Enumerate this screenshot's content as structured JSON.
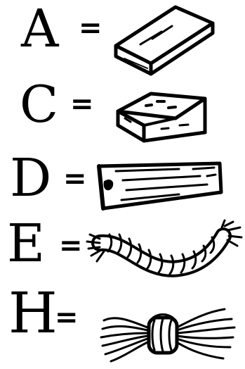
{
  "legend": [
    {
      "letter": "A",
      "equals": "=",
      "item_icon": "plank-icon"
    },
    {
      "letter": "C",
      "equals": "=",
      "item_icon": "brick-icon"
    },
    {
      "letter": "D",
      "equals": "=",
      "item_icon": "wooden-log-icon"
    },
    {
      "letter": "E",
      "equals": "=",
      "item_icon": "rope-icon"
    },
    {
      "letter": "H",
      "equals": "=",
      "item_icon": "straw-bundle-icon"
    }
  ],
  "colors": {
    "ink": "#000000",
    "background": "#ffffff"
  }
}
